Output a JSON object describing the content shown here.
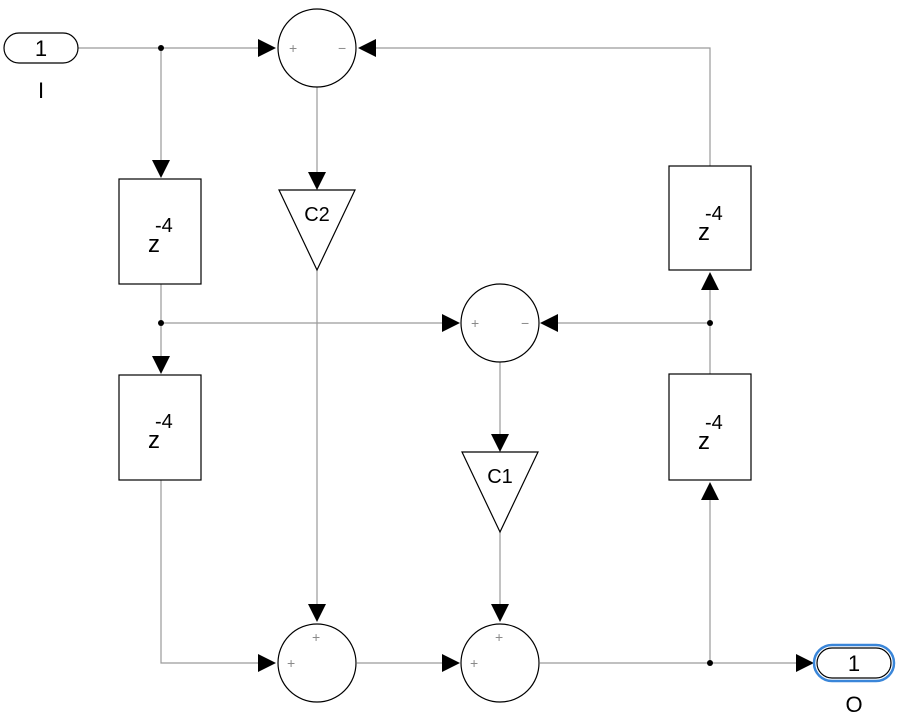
{
  "inport": {
    "number": "1",
    "label": "I"
  },
  "outport": {
    "number": "1",
    "label": "O",
    "highlight": "#3a86d9"
  },
  "delays": [
    {
      "base": "z",
      "exponent": "-4"
    },
    {
      "base": "z",
      "exponent": "-4"
    },
    {
      "base": "z",
      "exponent": "-4"
    },
    {
      "base": "z",
      "exponent": "-4"
    }
  ],
  "gains": [
    {
      "label": "C2"
    },
    {
      "label": "C1"
    }
  ],
  "sums": [
    {
      "signs": [
        "+",
        "−"
      ]
    },
    {
      "signs": [
        "+",
        "−"
      ]
    },
    {
      "signs": [
        "+",
        "+"
      ]
    },
    {
      "signs": [
        "+",
        "+"
      ]
    }
  ]
}
